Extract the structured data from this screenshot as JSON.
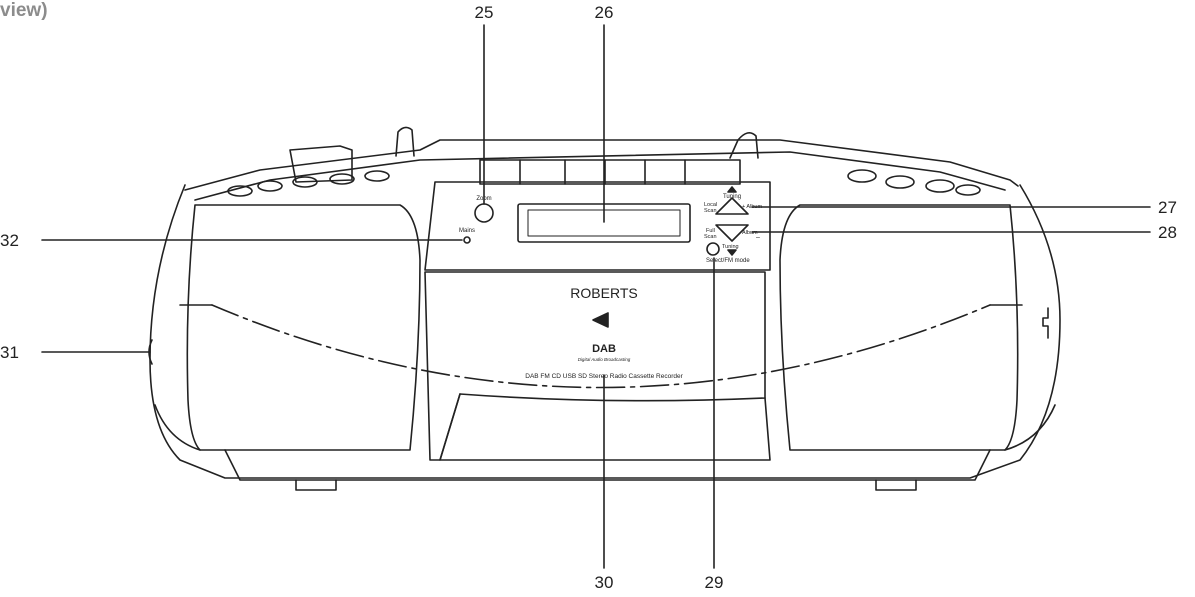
{
  "heading": "view)",
  "callouts": {
    "c25": "25",
    "c26": "26",
    "c27": "27",
    "c28": "28",
    "c29": "29",
    "c30": "30",
    "c31": "31",
    "c32": "32"
  },
  "panel": {
    "zoom": "Zoom",
    "mains": "Mains",
    "tuning_up": "Tuning",
    "local_scan_1": "Local",
    "local_scan_2": "Scan",
    "album_plus": "+ Album",
    "full_scan_1": "Full",
    "full_scan_2": "Scan",
    "album_minus": "Album",
    "minus_sign": "–",
    "tuning_down": "Tuning",
    "select_fm": "Select/FM mode"
  },
  "door": {
    "brand": "ROBERTS",
    "logo": "DAB",
    "logo_sub": "Digital Audio Broadcasting",
    "product": "DAB FM CD USB SD Stereo Radio Cassette Recorder"
  }
}
